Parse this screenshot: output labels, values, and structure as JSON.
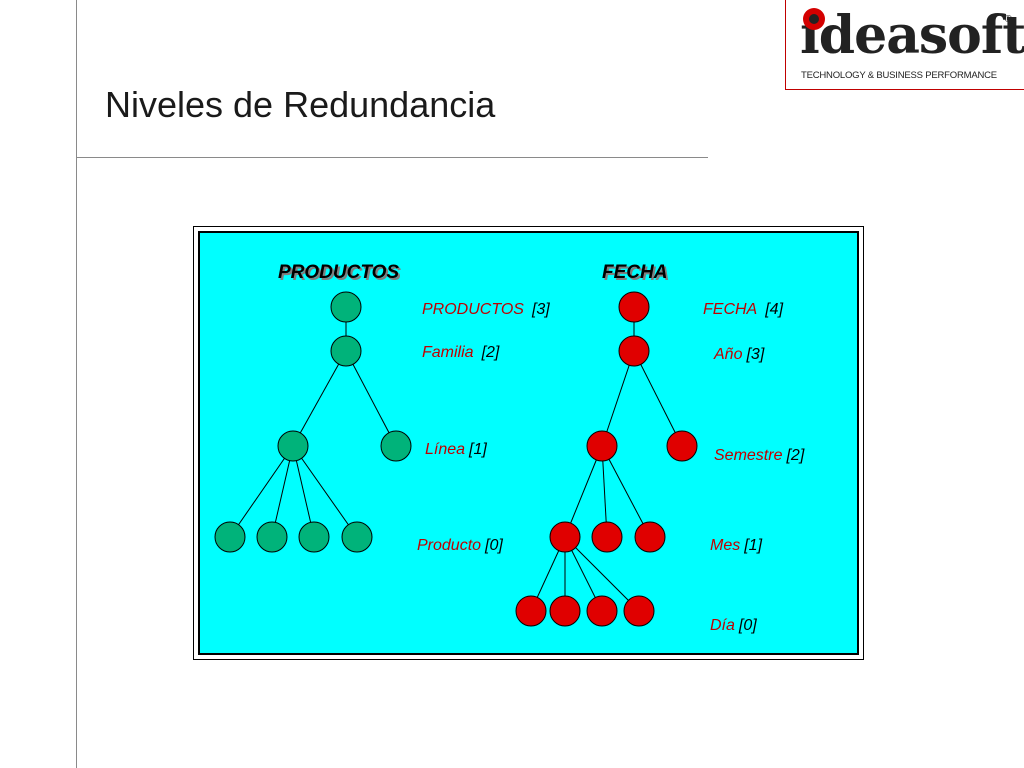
{
  "slide": {
    "title": "Niveles de Redundancia"
  },
  "logo": {
    "wordmark": "ideasoft",
    "registered": "®",
    "tagline": "TECHNOLOGY & BUSINESS PERFORMANCE",
    "colors": {
      "accent": "#d40000",
      "text": "#222222"
    }
  },
  "diagram": {
    "background": "#00ffff",
    "productos": {
      "header": "PRODUCTOS",
      "node_color": "#00b37a",
      "levels": [
        {
          "name": "PRODUCTOS",
          "level": "[3]"
        },
        {
          "name": "Familia",
          "level": "[2]"
        },
        {
          "name": "Línea",
          "level": "[1]"
        },
        {
          "name": "Producto",
          "level": "[0]"
        }
      ]
    },
    "fecha": {
      "header": "FECHA",
      "node_color": "#e00000",
      "levels": [
        {
          "name": "FECHA",
          "level": "[4]"
        },
        {
          "name": "Año",
          "level": "[3]"
        },
        {
          "name": "Semestre",
          "level": "[2]"
        },
        {
          "name": "Mes",
          "level": "[1]"
        },
        {
          "name": "Día",
          "level": "[0]"
        }
      ]
    }
  }
}
